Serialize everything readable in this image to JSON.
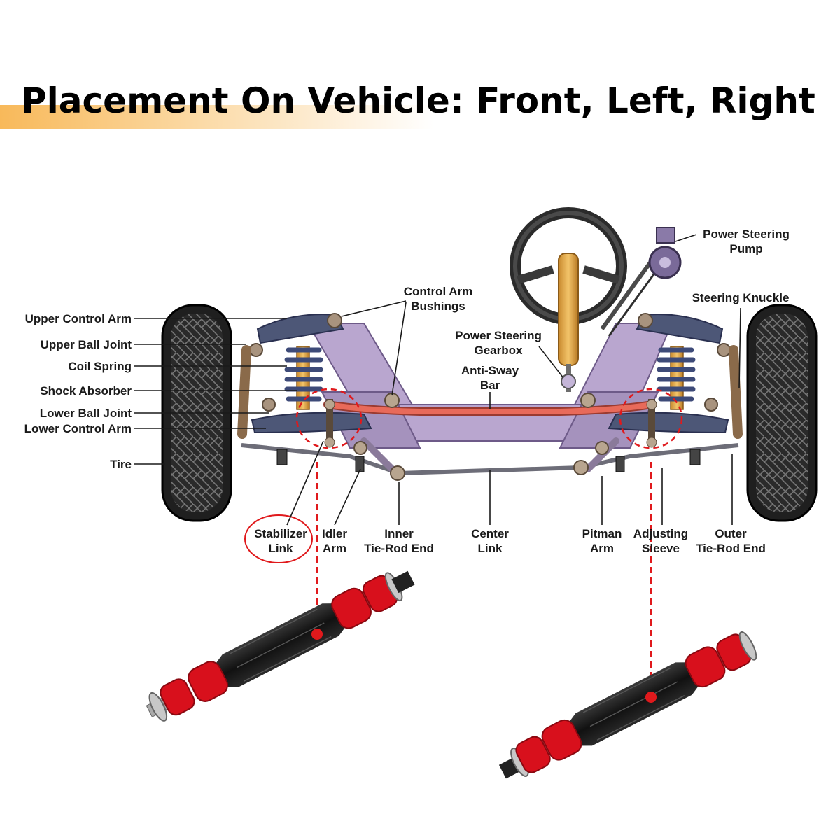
{
  "title": "Placement On Vehicle: Front, Left, Right",
  "labels": {
    "upper_control_arm": "Upper Control Arm",
    "upper_ball_joint": "Upper Ball Joint",
    "coil_spring": "Coil Spring",
    "shock_absorber": "Shock Absorber",
    "lower_ball_joint": "Lower Ball Joint",
    "lower_control_arm": "Lower Control Arm",
    "tire": "Tire",
    "control_arm_bushings_1": "Control Arm",
    "control_arm_bushings_2": "Bushings",
    "power_steering_gearbox_1": "Power Steering",
    "power_steering_gearbox_2": "Gearbox",
    "anti_sway_bar_1": "Anti-Sway",
    "anti_sway_bar_2": "Bar",
    "power_steering_pump_1": "Power Steering",
    "power_steering_pump_2": "Pump",
    "steering_knuckle": "Steering Knuckle",
    "stabilizer_link_1": "Stabilizer",
    "stabilizer_link_2": "Link",
    "idler_arm_1": "Idler",
    "idler_arm_2": "Arm",
    "inner_tie_rod_end_1": "Inner",
    "inner_tie_rod_end_2": "Tie-Rod End",
    "center_link_1": "Center",
    "center_link_2": "Link",
    "pitman_arm_1": "Pitman",
    "pitman_arm_2": "Arm",
    "adjusting_sleeve_1": "Adjusting",
    "adjusting_sleeve_2": "Sleeve",
    "outer_tie_rod_end_1": "Outer",
    "outer_tie_rod_end_2": "Tie-Rod End"
  },
  "colors": {
    "banner": "#f8b95a",
    "highlight": "#e0191c",
    "bushing": "#d8101c",
    "frame": "#b9a6cf",
    "control_arm": "#4d5777",
    "sway_bar": "#e86a5a",
    "tire": "#232323"
  }
}
